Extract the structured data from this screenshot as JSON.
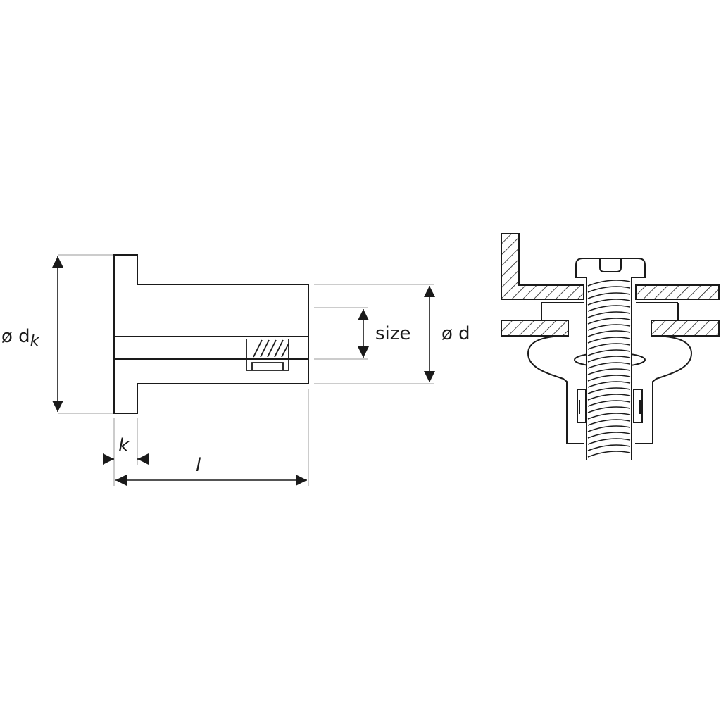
{
  "labels": {
    "head_diameter_prefix": "ø d",
    "head_diameter_subscript": "k",
    "thread_size": "size",
    "body_diameter": "ø d",
    "head_height": "k",
    "length": "l"
  },
  "colors": {
    "line": "#1a1a1a",
    "extension_line": "#9a9a9a",
    "background": "#ffffff"
  }
}
